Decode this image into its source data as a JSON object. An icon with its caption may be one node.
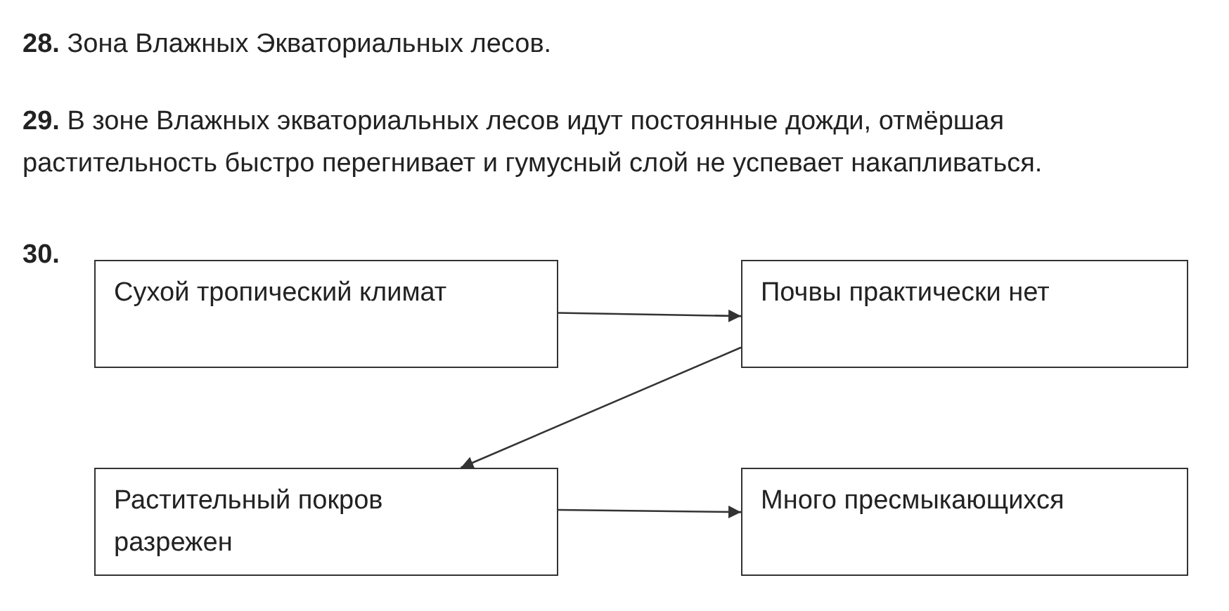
{
  "diagram": {
    "nodes": [
      {
        "text": [
          "Сухой тропический климат"
        ]
      },
      {
        "text": [
          "Почвы практически нет"
        ]
      },
      {
        "text": [
          "Растительный покров разрежен"
        ]
      },
      {
        "text": [
          "Много пресмыкающихся"
        ]
      }
    ],
    "edges": [
      {
        "from": 0,
        "to": 1,
        "arrow": "to"
      },
      {
        "from": 1,
        "to": 2,
        "arrow": "to"
      },
      {
        "from": 2,
        "to": 3,
        "arrow": "to"
      }
    ],
    "labels": [
      "**28.** Зона Влажных Экваториальных лесов.",
      "**29.** В зоне Влажных экваториальных лесов идут постоянные дожди, отмёршая растительность быстро перегнивает и гумусный слой не успевает накапливаться.",
      "30."
    ]
  }
}
